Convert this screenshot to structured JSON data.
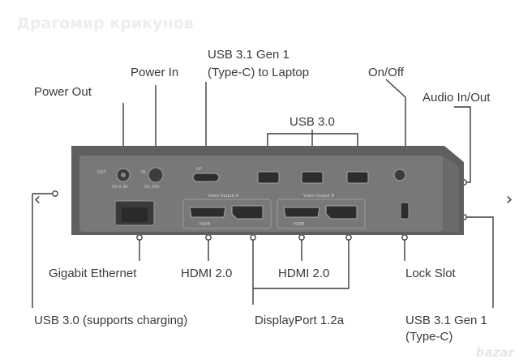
{
  "watermark": "Драгомир крикунов",
  "labels": {
    "power_out": "Power Out",
    "power_in": "Power In",
    "usb31_line1": "USB 3.1 Gen 1",
    "usb31_line2": "(Type-C) to Laptop",
    "on_off": "On/Off",
    "audio": "Audio In/Out",
    "usb30_top": "USB 3.0",
    "gigabit": "Gigabit Ethernet",
    "hdmi_a": "HDMI 2.0",
    "hdmi_b": "HDMI 2.0",
    "lock": "Lock Slot",
    "usb30_charging": "USB 3.0 (supports charging)",
    "displayport": "DisplayPort 1.2a",
    "usb31_bottom_line1": "USB 3.1 Gen 1",
    "usb31_bottom_line2": "(Type-C)"
  },
  "device": {
    "out_label": "OUT",
    "out_spec": "5V 0.3A",
    "in_label": "IN",
    "in_spec": "DC 20V",
    "usbc_label": "UP",
    "video_a": "Video Output A",
    "video_b": "Video Output B",
    "hdmi_port_label": "HDMI"
  },
  "nav": {
    "prev_icon": "chevron-left-icon",
    "next_icon": "chevron-right-icon"
  },
  "site_badge": "bazar",
  "colors": {
    "device_body": "#5f5f5f",
    "device_panel": "#777777",
    "connector_line": "#3a3a3a",
    "label_text": "#3a3a3a"
  }
}
